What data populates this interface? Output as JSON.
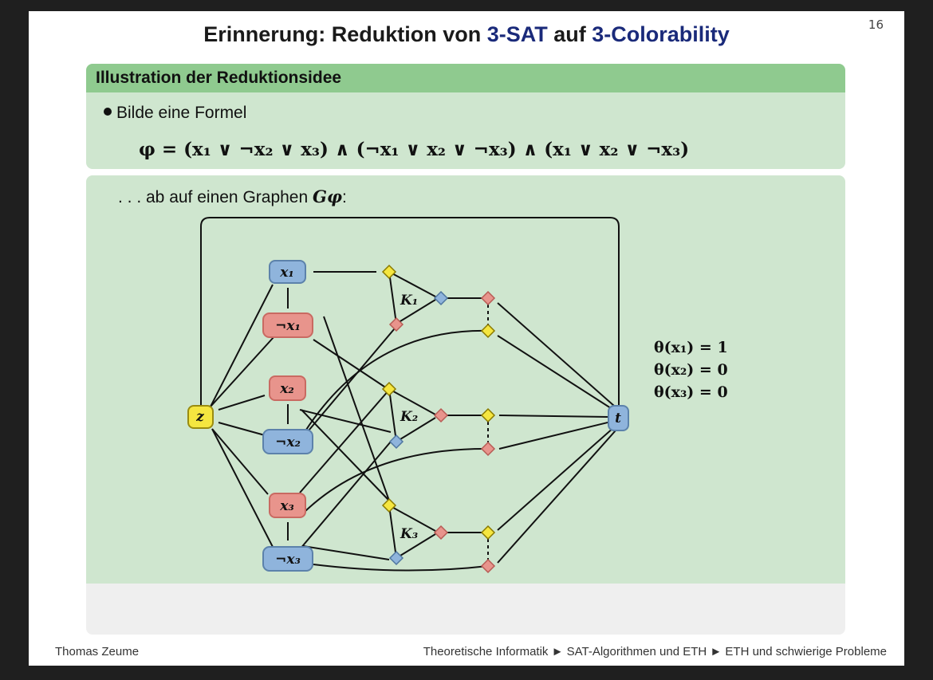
{
  "page_number": "16",
  "title": {
    "prefix": "Erinnerung: Reduktion von ",
    "term1": "3-SAT",
    "middle": " auf ",
    "term2": "3-Colorability"
  },
  "block": {
    "header": "Illustration der Reduktionsidee",
    "bullet": "Bilde eine Formel",
    "formula": "φ = (x₁ ∨ ¬x₂ ∨ x₃) ∧ (¬x₁ ∨ x₂ ∨ ¬x₃) ∧ (x₁ ∨ x₂ ∨ ¬x₃)"
  },
  "graph_intro": {
    "text": ". . . ab auf einen Graphen ",
    "symbol": "Gφ",
    "suffix": ":"
  },
  "graph": {
    "nodes": {
      "z": "z",
      "t": "t",
      "x1": "x₁",
      "nx1": "¬x₁",
      "x2": "x₂",
      "nx2": "¬x₂",
      "x3": "x₃",
      "nx3": "¬x₃"
    },
    "clauses": [
      "K₁",
      "K₂",
      "K₃"
    ],
    "colors": {
      "blue": "#8fb4dc",
      "red": "#e8948c",
      "yellow": "#f5e640",
      "stroke": "#111111"
    }
  },
  "assignment": [
    "θ(x₁) = 1",
    "θ(x₂) = 0",
    "θ(x₃) = 0"
  ],
  "footer": {
    "author": "Thomas Zeume",
    "breadcrumb": "Theoretische Informatik ► SAT-Algorithmen und ETH ► ETH und schwierige Probleme"
  }
}
